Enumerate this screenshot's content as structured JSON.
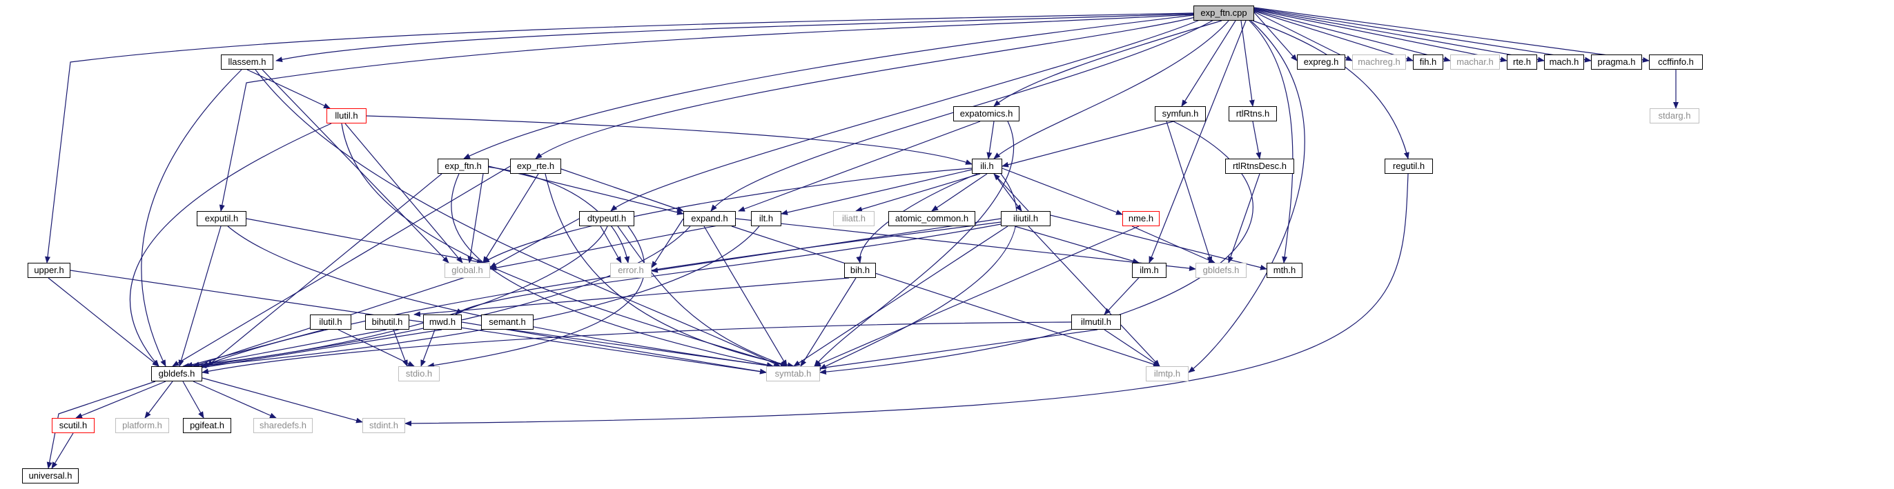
{
  "graph": {
    "title": "exp_ftn.cpp",
    "edge_color": "#191970",
    "nodes": {
      "exp_ftn_cpp": "exp_ftn.cpp",
      "expreg": "expreg.h",
      "machreg": "machreg.h",
      "fih": "fih.h",
      "machar": "machar.h",
      "rte": "rte.h",
      "mach": "mach.h",
      "pragma": "pragma.h",
      "ccffinfo": "ccffinfo.h",
      "stdarg": "stdarg.h",
      "llassem": "llassem.h",
      "llutil": "llutil.h",
      "expatomics": "expatomics.h",
      "symfun": "symfun.h",
      "rtlRtns": "rtlRtns.h",
      "rtlRtnsDesc": "rtlRtnsDesc.h",
      "regutil": "regutil.h",
      "ili": "ili.h",
      "exp_ftn_h": "exp_ftn.h",
      "exp_rte": "exp_rte.h",
      "exputil": "exputil.h",
      "dtypeutl": "dtypeutl.h",
      "expand": "expand.h",
      "ilt": "ilt.h",
      "iliatt": "iliatt.h",
      "atomic_common": "atomic_common.h",
      "iliutil": "iliutil.h",
      "nme": "nme.h",
      "upper": "upper.h",
      "global": "global.h",
      "error": "error.h",
      "gbldefs_r": "gbldefs.h",
      "mth": "mth.h",
      "bih": "bih.h",
      "ilm": "ilm.h",
      "ilutil": "ilutil.h",
      "bihutil": "bihutil.h",
      "mwd": "mwd.h",
      "semant": "semant.h",
      "ilmutil": "ilmutil.h",
      "gbldefs_l": "gbldefs.h",
      "stdio": "stdio.h",
      "symtab": "symtab.h",
      "ilmtp": "ilmtp.h",
      "scutil": "scutil.h",
      "platform": "platform.h",
      "pgifeat": "pgifeat.h",
      "sharedefs": "sharedefs.h",
      "stdint": "stdint.h",
      "universal": "universal.h"
    }
  }
}
